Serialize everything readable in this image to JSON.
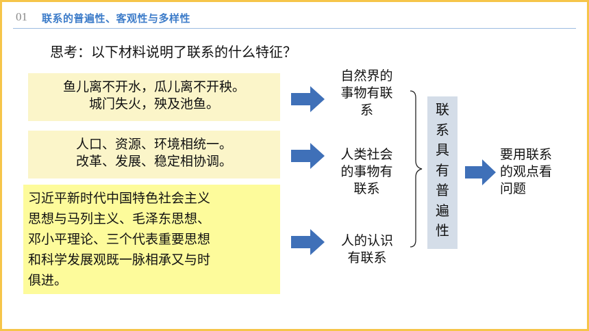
{
  "header": {
    "number": "01",
    "title": "联系的普遍性、客观性与多样性"
  },
  "question": "思考：以下材料说明了联系的什么特征？",
  "materials": [
    {
      "lines": [
        "鱼儿离不开水，瓜儿离不开秧。",
        "城门失火，殃及池鱼。"
      ]
    },
    {
      "lines": [
        "人口、资源、环境相统一。",
        "改革、发展、稳定相协调。"
      ]
    },
    {
      "lines": [
        "习近平新时代中国特色社会主义",
        "思想与马列主义、毛泽东思想、",
        "邓小平理论、三个代表重要思想",
        "和科学发展观既一脉相承又与时",
        "俱进。"
      ]
    }
  ],
  "results": [
    {
      "lines": [
        "自然界的",
        "事物有联",
        "系"
      ]
    },
    {
      "lines": [
        "人类社会",
        "的事物有",
        "联系"
      ]
    },
    {
      "lines": [
        "人的认识",
        "有联系"
      ]
    }
  ],
  "summary_chars": [
    "联",
    "系",
    "具",
    "有",
    "普",
    "遍",
    "性"
  ],
  "conclusion": {
    "lines": [
      "要用联系",
      "的观点看",
      "问题"
    ]
  },
  "colors": {
    "border": "#f6c54a",
    "title_blue": "#3d7cc9",
    "arrow_blue": "#3f70b8",
    "box_light": "#fbf5c9",
    "box_yellow": "#fdfb9b",
    "summary_bg": "#d4dde8"
  },
  "icons": {
    "arrows": "right-arrow-icon",
    "brace": "right-brace-icon"
  }
}
